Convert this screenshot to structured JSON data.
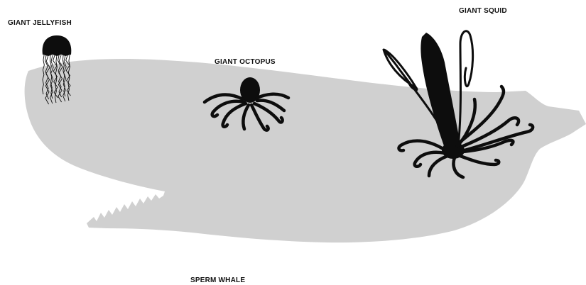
{
  "labels": {
    "giant_jellyfish": "GIANT JELLYFISH",
    "giant_octopus": "GIANT OCTOPUS",
    "giant_squid": "GIANT SQUID",
    "sperm_whale": "SPERM WHALE"
  },
  "colors": {
    "whale": "#d0d0d0",
    "creature": "#0d0d0d",
    "text": "#111111",
    "background": "#ffffff"
  }
}
